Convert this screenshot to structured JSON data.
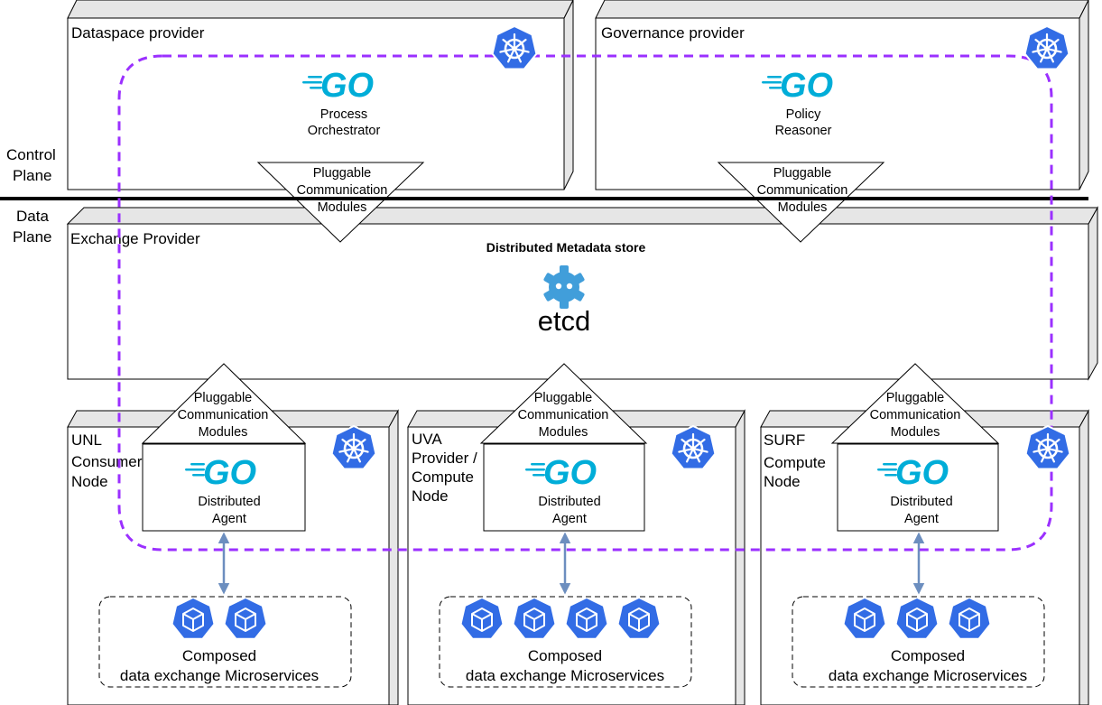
{
  "planes": {
    "control": [
      "Control",
      "Plane"
    ],
    "data": [
      "Data",
      "Plane"
    ]
  },
  "control": {
    "dataspace": {
      "title": "Dataspace provider",
      "logo": "GO",
      "component": [
        "Process",
        "Orchestrator"
      ]
    },
    "governance": {
      "title": "Governance provider",
      "logo": "GO",
      "component": [
        "Policy",
        "Reasoner"
      ]
    }
  },
  "exchange": {
    "title": "Exchange Provider",
    "store_title": "Distributed Metadata store",
    "store_logo": "etcd"
  },
  "pcm_label": [
    "Pluggable",
    "Communication",
    "Modules"
  ],
  "nodes": [
    {
      "title": [
        "UNL",
        "Consumer",
        "Node"
      ],
      "agent_logo": "GO",
      "agent": [
        "Distributed",
        "Agent"
      ],
      "service_count": 2,
      "services_label": [
        "Composed",
        "data exchange Microservices"
      ]
    },
    {
      "title": [
        "UVA",
        "Provider /",
        "Compute",
        "Node"
      ],
      "agent_logo": "GO",
      "agent": [
        "Distributed",
        "Agent"
      ],
      "service_count": 4,
      "services_label": [
        "Composed",
        "data exchange Microservices"
      ]
    },
    {
      "title": [
        "SURF",
        "Compute",
        "Node"
      ],
      "agent_logo": "GO",
      "agent": [
        "Distributed",
        "Agent"
      ],
      "service_count": 3,
      "services_label": [
        "Composed",
        "data exchange Microservices"
      ]
    }
  ],
  "colors": {
    "k8s_blue": "#326CE5",
    "go_cyan": "#00ADD8",
    "etcd_blue": "#419EDA",
    "dashed_loop": "#9B30FF",
    "arrow": "#6C8EBF",
    "box_side": "#E6E6E6"
  },
  "icons": [
    "kubernetes-icon",
    "go-logo-icon",
    "etcd-logo-icon",
    "microservice-cube-icon"
  ]
}
